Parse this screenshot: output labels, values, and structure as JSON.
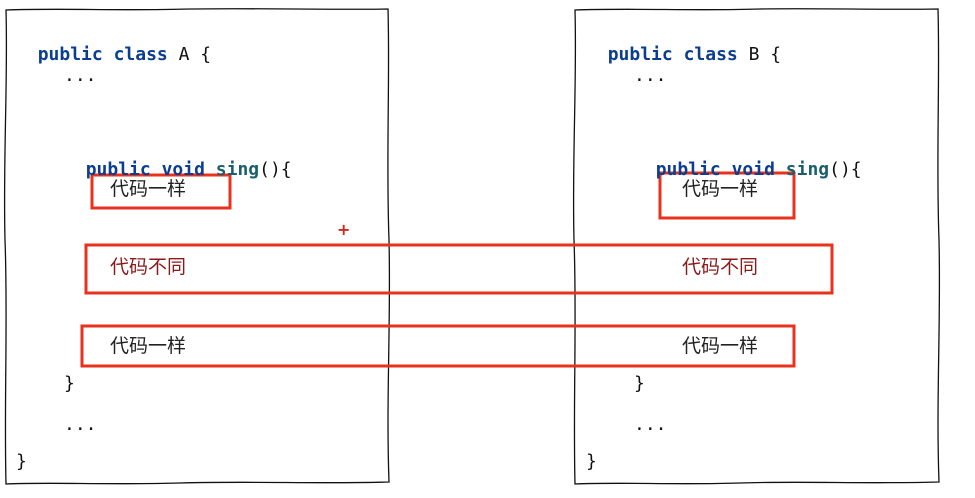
{
  "colors": {
    "keyword": "#0b3d91",
    "method": "#1a5f6e",
    "highlight_border": "#e8321e",
    "diff_text": "#8b1a1a",
    "same_text": "#222222"
  },
  "class_a": {
    "kw_public": "public",
    "kw_class": "class",
    "name": "A {",
    "ellipsis_top": "...",
    "kw_public2": "public",
    "kw_void": "void",
    "method": "sing",
    "method_tail": "(){",
    "same_top": "代码一样",
    "different": "代码不同",
    "same_bottom": "代码一样",
    "close_method": "}",
    "ellipsis_bottom": "...",
    "close_class": "}"
  },
  "class_b": {
    "kw_public": "public",
    "kw_class": "class",
    "name": "B {",
    "ellipsis_top": "...",
    "kw_public2": "public",
    "kw_void": "void",
    "method": "sing",
    "method_tail": "(){",
    "same_top": "代码一样",
    "different": "代码不同",
    "same_bottom": "代码一样",
    "close_method": "}",
    "ellipsis_bottom": "...",
    "close_class": "}"
  },
  "marker": "+"
}
